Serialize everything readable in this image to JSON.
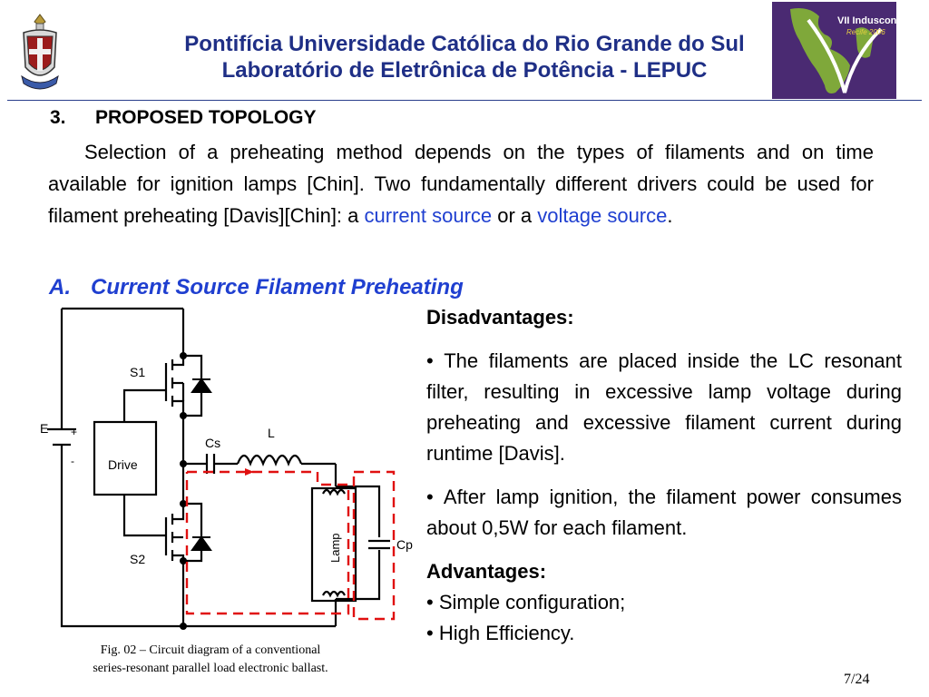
{
  "header": {
    "line1": "Pontifícia Universidade Católica do Rio Grande do Sul",
    "line2": "Laboratório de Eletrônica de Potência - LEPUC",
    "logo_left": "university-crest",
    "logo_right": {
      "line1": "VII Induscon",
      "line2": "Recife 2006"
    }
  },
  "section": {
    "number": "3.",
    "title": "PROPOSED TOPOLOGY"
  },
  "paragraph": {
    "text1": "Selection of a preheating method depends on the types of filaments and on time available for ignition lamps [Chin]. Two fundamentally different drivers could be used for filament preheating [Davis][Chin]: a ",
    "link1": "current source",
    "text2": " or a ",
    "link2": "voltage source",
    "text3": "."
  },
  "subsection": {
    "letter": "A.",
    "title": "Current Source Filament Preheating"
  },
  "circuit": {
    "labels": {
      "E": "E",
      "plus": "+",
      "minus": "-",
      "drive": "Drive",
      "S1": "S1",
      "S2": "S2",
      "Cs": "Cs",
      "L": "L",
      "lamp": "Lamp",
      "Cp": "Cp"
    },
    "colors": {
      "wire": "#000000",
      "current_path": "#e01010"
    }
  },
  "caption": {
    "line1": "Fig. 02 – Circuit diagram of a conventional",
    "line2": "series-resonant parallel load electronic ballast."
  },
  "disadvantages": {
    "heading": "Disadvantages:",
    "items": [
      "The filaments are placed inside the LC resonant filter, resulting in excessive lamp voltage during preheating and excessive filament current during runtime [Davis].",
      "After lamp ignition, the filament power consumes about 0,5W for each filament."
    ]
  },
  "advantages": {
    "heading": "Advantages:",
    "items": [
      "Simple configuration;",
      "High Efficiency."
    ]
  },
  "page": "7/24"
}
